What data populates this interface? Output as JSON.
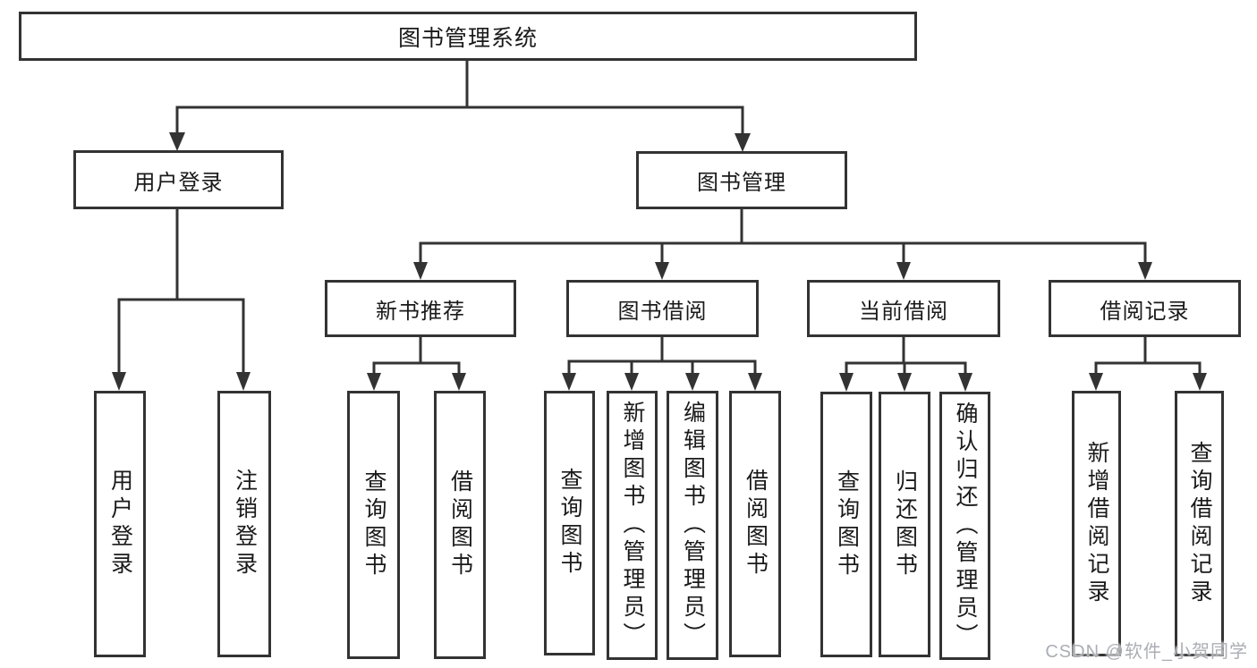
{
  "diagram": {
    "tree": {
      "label": "图书管理系统",
      "children": [
        {
          "label": "用户登录",
          "children": [
            {
              "label": "用户登录"
            },
            {
              "label": "注销登录"
            }
          ]
        },
        {
          "label": "图书管理",
          "children": [
            {
              "label": "新书推荐",
              "children": [
                {
                  "label": "查询图书"
                },
                {
                  "label": "借阅图书"
                }
              ]
            },
            {
              "label": "图书借阅",
              "children": [
                {
                  "label": "查询图书"
                },
                {
                  "label": "新增图书（管理员）"
                },
                {
                  "label": "编辑图书（管理员）"
                },
                {
                  "label": "借阅图书"
                }
              ]
            },
            {
              "label": "当前借阅",
              "children": [
                {
                  "label": "查询图书"
                },
                {
                  "label": "归还图书"
                },
                {
                  "label": "确认归还（管理员）"
                }
              ]
            },
            {
              "label": "借阅记录",
              "children": [
                {
                  "label": "新增借阅记录"
                },
                {
                  "label": "查询借阅记录"
                }
              ]
            }
          ]
        }
      ]
    },
    "watermark": {
      "text": "CSDN @软件_小贺同学"
    },
    "colors": {
      "line": "#333333",
      "text": "#1a1a1a",
      "background": "#ffffff",
      "watermark": "#abaeb4"
    }
  }
}
